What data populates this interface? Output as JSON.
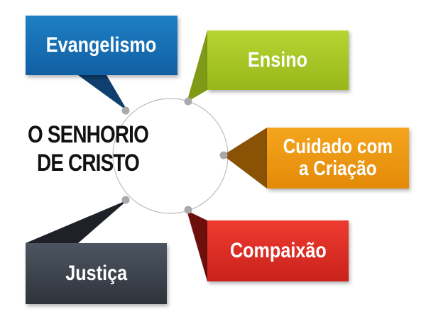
{
  "center": {
    "line1": "O SENHORIO",
    "line2": "DE CRISTO"
  },
  "nodes": [
    {
      "key": "evangelismo",
      "label": "Evangelismo",
      "color": "#1565a8"
    },
    {
      "key": "ensino",
      "label": "Ensino",
      "color": "#a8c623"
    },
    {
      "key": "cuidado",
      "label_line1": "Cuidado com",
      "label_line2": "a Criação",
      "color": "#ef9811"
    },
    {
      "key": "compaixao",
      "label": "Compaixão",
      "color": "#dd2c24"
    },
    {
      "key": "justica",
      "label": "Justiça",
      "color": "#3d444d"
    }
  ],
  "connector_color": "#a9a9a9"
}
